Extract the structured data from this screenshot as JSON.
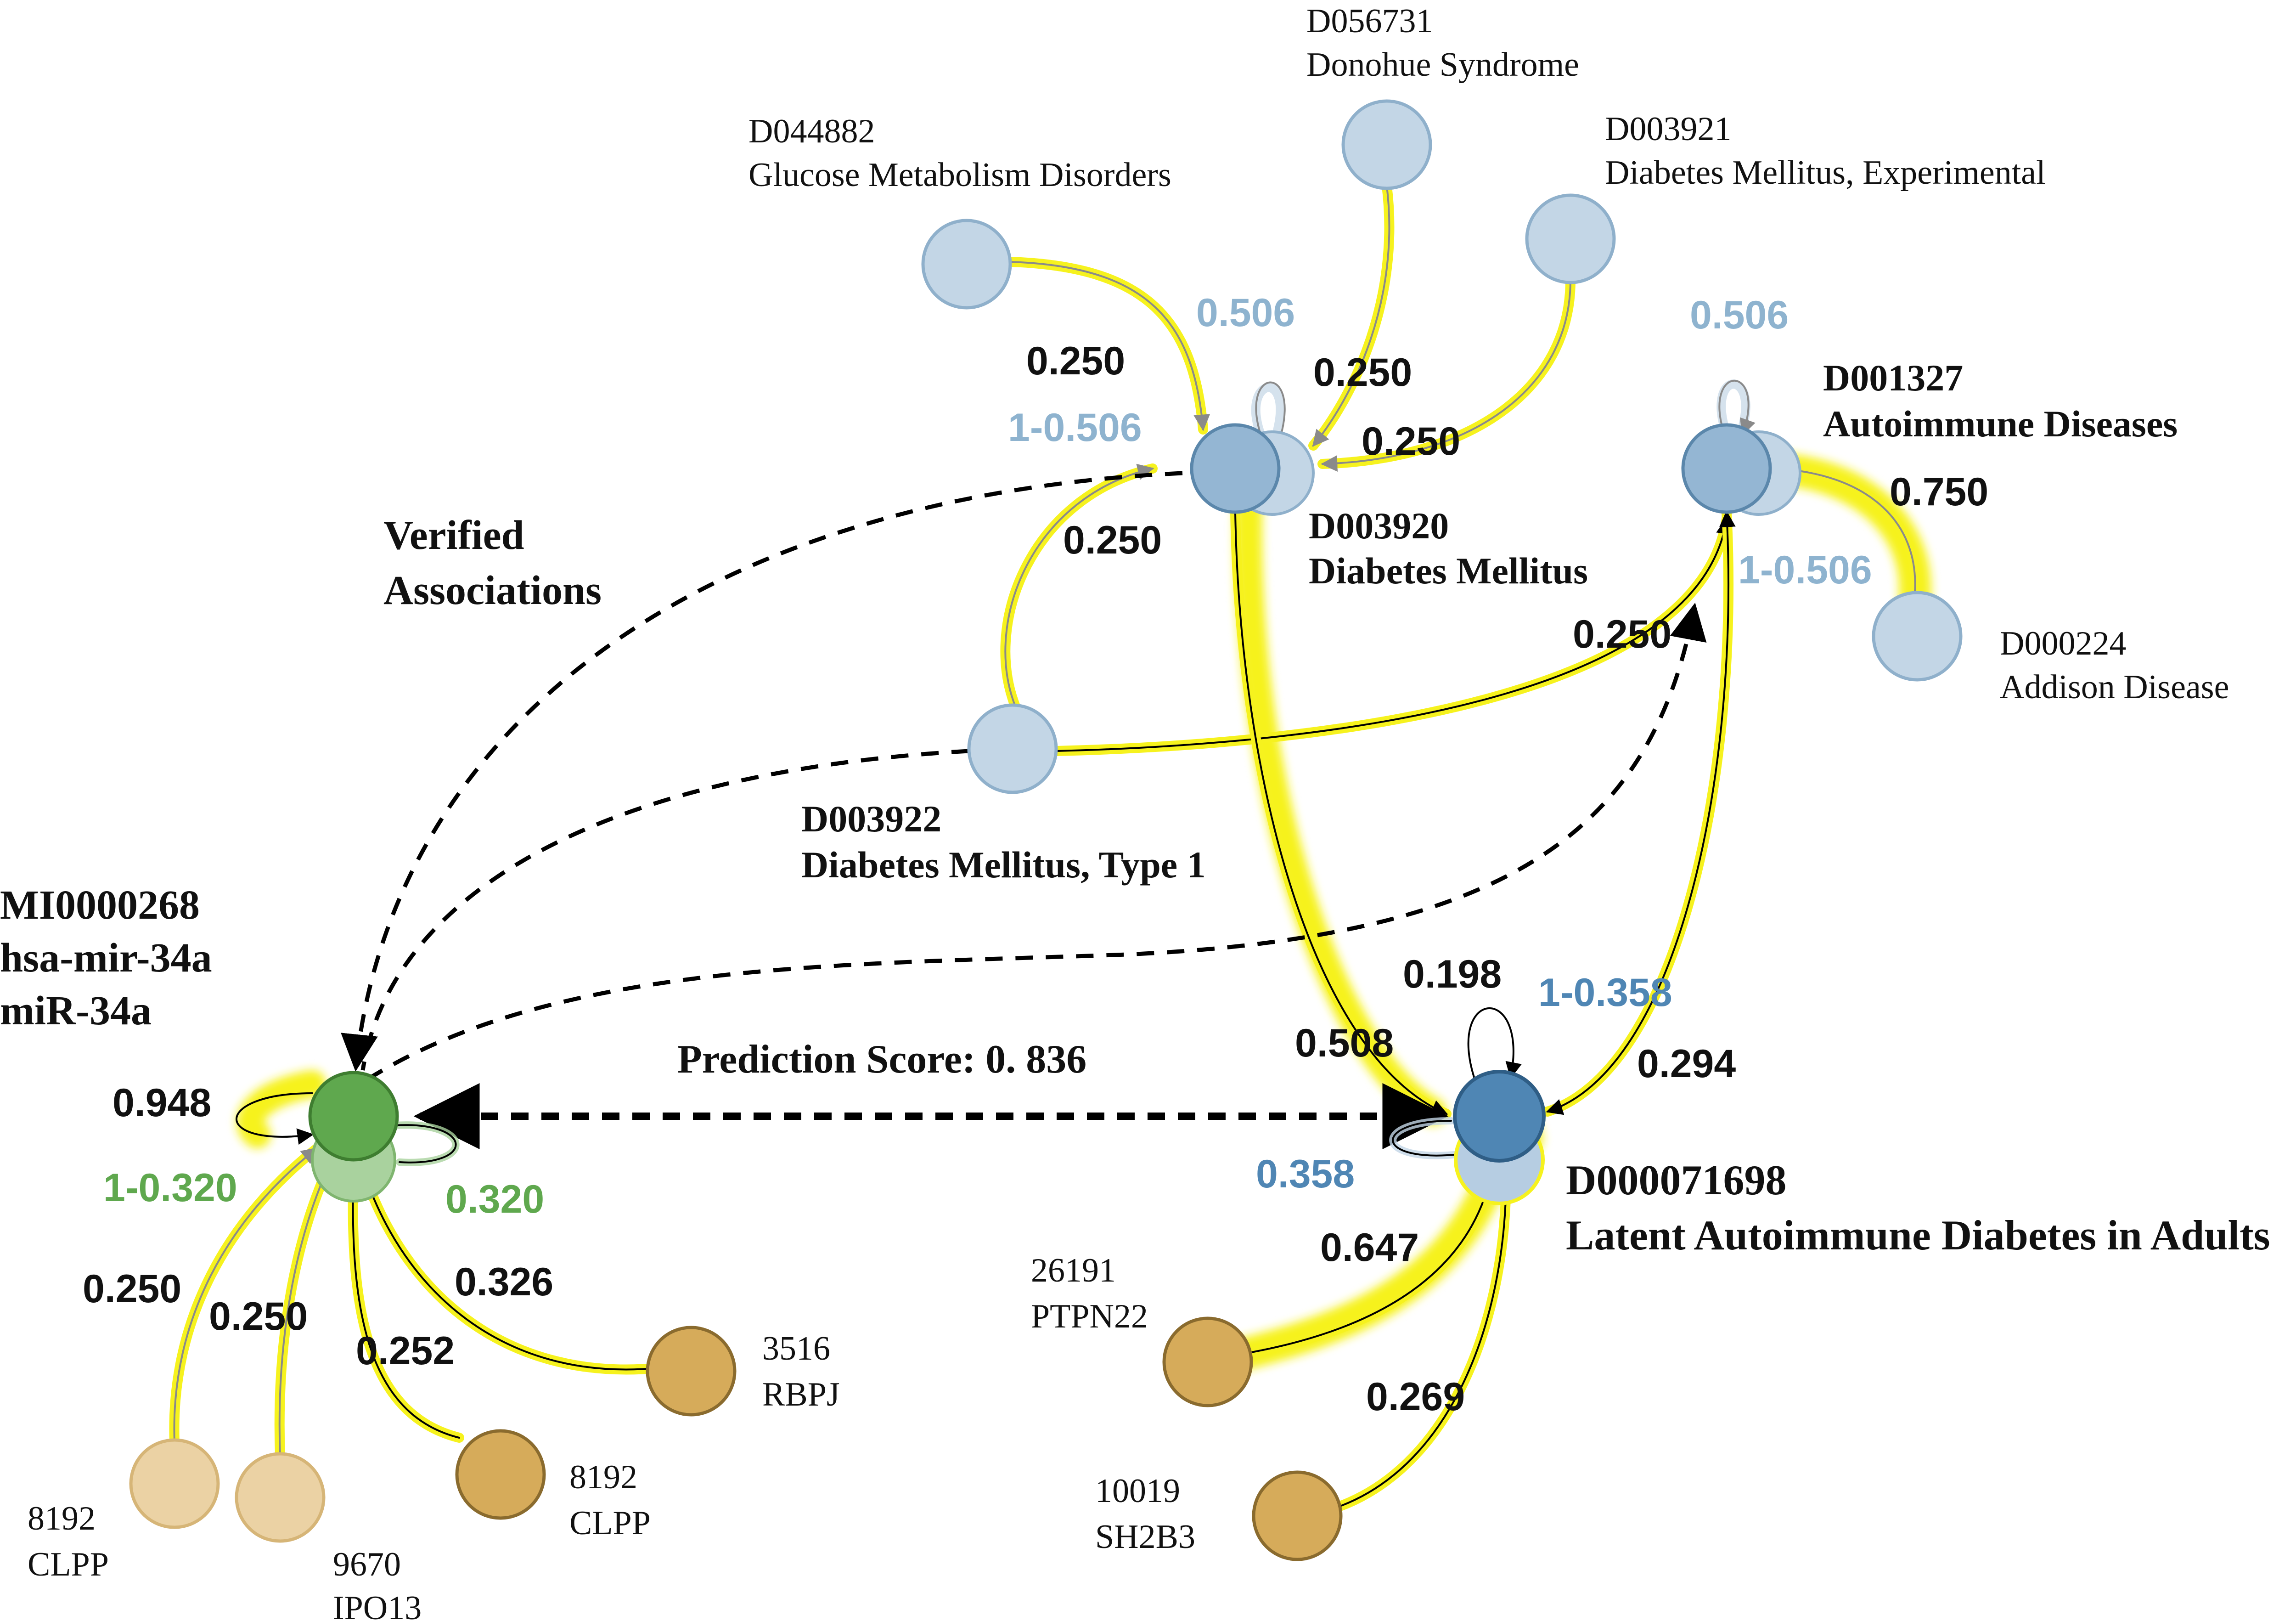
{
  "nodes": {
    "D003920": {
      "id": "D003920",
      "name": "Diabetes Mellitus"
    },
    "D044882": {
      "id": "D044882",
      "name": "Glucose Metabolism Disorders"
    },
    "D056731": {
      "id": "D056731",
      "name": "Donohue Syndrome"
    },
    "D003921": {
      "id": "D003921",
      "name": "Diabetes Mellitus, Experimental"
    },
    "D001327": {
      "id": "D001327",
      "name": "Autoimmune Diseases"
    },
    "D000224": {
      "id": "D000224",
      "name": "Addison Disease"
    },
    "D003922": {
      "id": "D003922",
      "name": "Diabetes Mellitus, Type 1"
    },
    "MI0000268": {
      "id": "MI0000268",
      "name": "hsa-mir-34a",
      "alias": "miR-34a"
    },
    "D000071698": {
      "id": "D000071698",
      "name": "Latent Autoimmune Diabetes in Adults"
    },
    "clpp_a": {
      "id": "8192",
      "name": "CLPP"
    },
    "ipo13": {
      "id": "9670",
      "name": "IPO13"
    },
    "clpp_b": {
      "id": "8192",
      "name": "CLPP"
    },
    "rbpj": {
      "id": "3516",
      "name": "RBPJ"
    },
    "ptpn22": {
      "id": "26191",
      "name": "PTPN22"
    },
    "sh2b3": {
      "id": "10019",
      "name": "SH2B3"
    }
  },
  "weights": {
    "glucose_to_dm": "0.250",
    "donohue_to_dm": "0.250",
    "experimental_to_dm": "0.250",
    "type1_to_dm": "0.250",
    "dm_self": "0.506",
    "dm_restart": "1-0.506",
    "ai_self": "0.506",
    "ai_restart": "1-0.506",
    "addison_to_ai": "0.750",
    "type1_to_ai": "0.250",
    "dm_to_lada": "0.508",
    "ai_to_lada": "0.294",
    "lada_self": "0.198",
    "lada_restart": "1-0.358",
    "lada_inner": "0.358",
    "ptpn22_to_lada": "0.647",
    "sh2b3_to_lada": "0.269",
    "mir_self": "0.948",
    "mir_restart": "1-0.320",
    "mir_inner": "0.320",
    "clppa_to_mir": "0.250",
    "ipo13_to_mir": "0.250",
    "clppb_to_mir": "0.252",
    "rbpj_to_mir": "0.326"
  },
  "labels": {
    "verified_line1": "Verified",
    "verified_line2": "Associations",
    "prediction": "Prediction Score: 0. 836"
  },
  "colors": {
    "disease_light": "#c3d6e6",
    "disease_mid": "#94b6d3",
    "disease_dark": "#4f86b4",
    "mirna": "#5fa84e",
    "gene": "#d6ab5a",
    "gene_light": "#ebd2a4",
    "highlight": "#f6f21e"
  }
}
